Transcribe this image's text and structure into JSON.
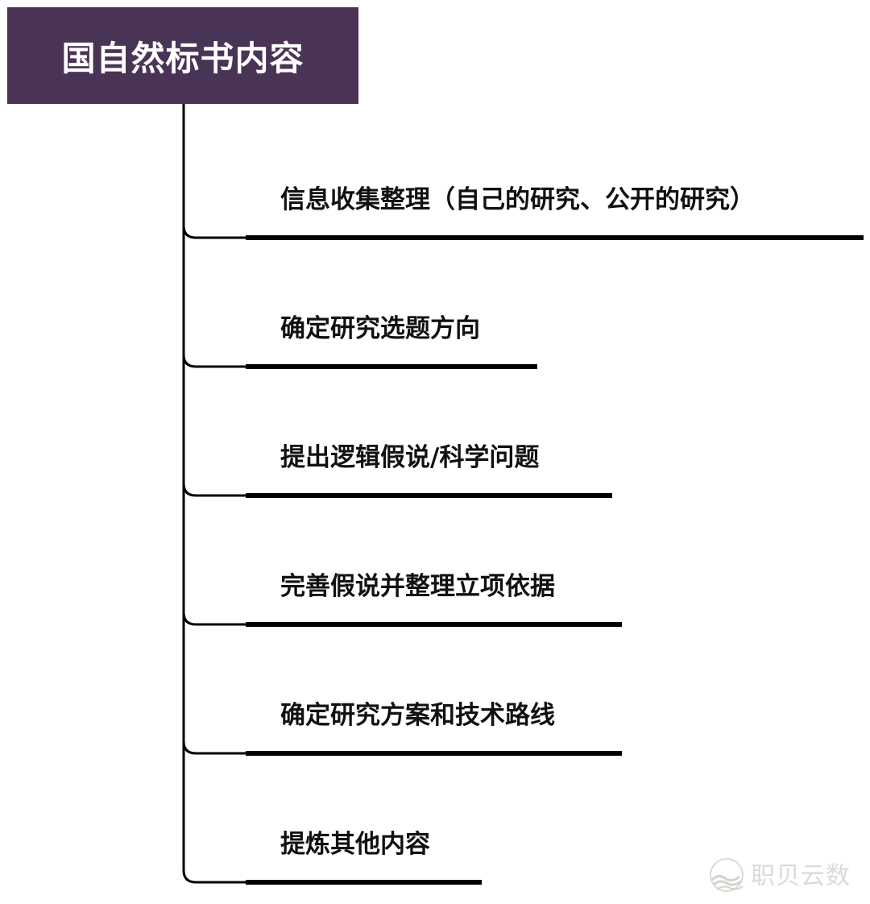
{
  "root": {
    "title": "国自然标书内容",
    "color": "#4a3456"
  },
  "branches": [
    {
      "label": "信息收集整理（自己的研究、公开的研究）"
    },
    {
      "label": "确定研究选题方向"
    },
    {
      "label": "提出逻辑假说/科学问题"
    },
    {
      "label": "完善假说并整理立项依据"
    },
    {
      "label": "确定研究方案和技术路线"
    },
    {
      "label": "提炼其他内容"
    }
  ],
  "watermark": {
    "text": "职贝云数",
    "icon": "wave-logo-icon"
  }
}
